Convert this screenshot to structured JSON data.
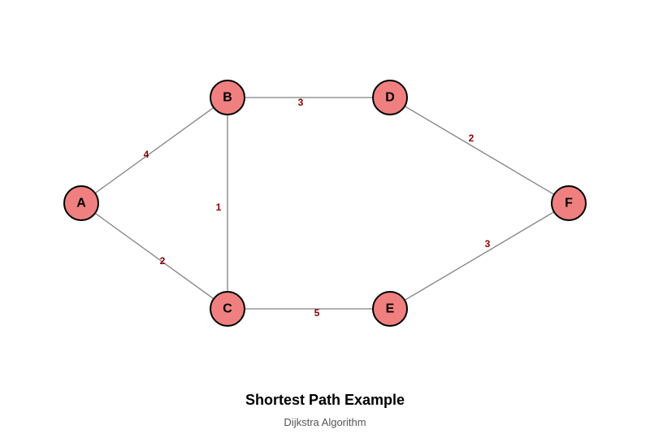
{
  "diagram": {
    "title": "Shortest Path Example",
    "subtitle": "Dijkstra Algorithm",
    "nodes": [
      {
        "id": "A",
        "label": "A"
      },
      {
        "id": "B",
        "label": "B"
      },
      {
        "id": "C",
        "label": "C"
      },
      {
        "id": "D",
        "label": "D"
      },
      {
        "id": "E",
        "label": "E"
      },
      {
        "id": "F",
        "label": "F"
      }
    ],
    "edges": [
      {
        "from": "A",
        "to": "B",
        "weight": "4"
      },
      {
        "from": "A",
        "to": "C",
        "weight": "2"
      },
      {
        "from": "B",
        "to": "C",
        "weight": "1"
      },
      {
        "from": "B",
        "to": "D",
        "weight": "3"
      },
      {
        "from": "C",
        "to": "E",
        "weight": "5"
      },
      {
        "from": "D",
        "to": "F",
        "weight": "2"
      },
      {
        "from": "E",
        "to": "F",
        "weight": "3"
      }
    ],
    "colors": {
      "node_fill": "#f08080",
      "node_stroke": "#000000",
      "edge": "#808080",
      "weight_text": "#8b0000"
    }
  }
}
